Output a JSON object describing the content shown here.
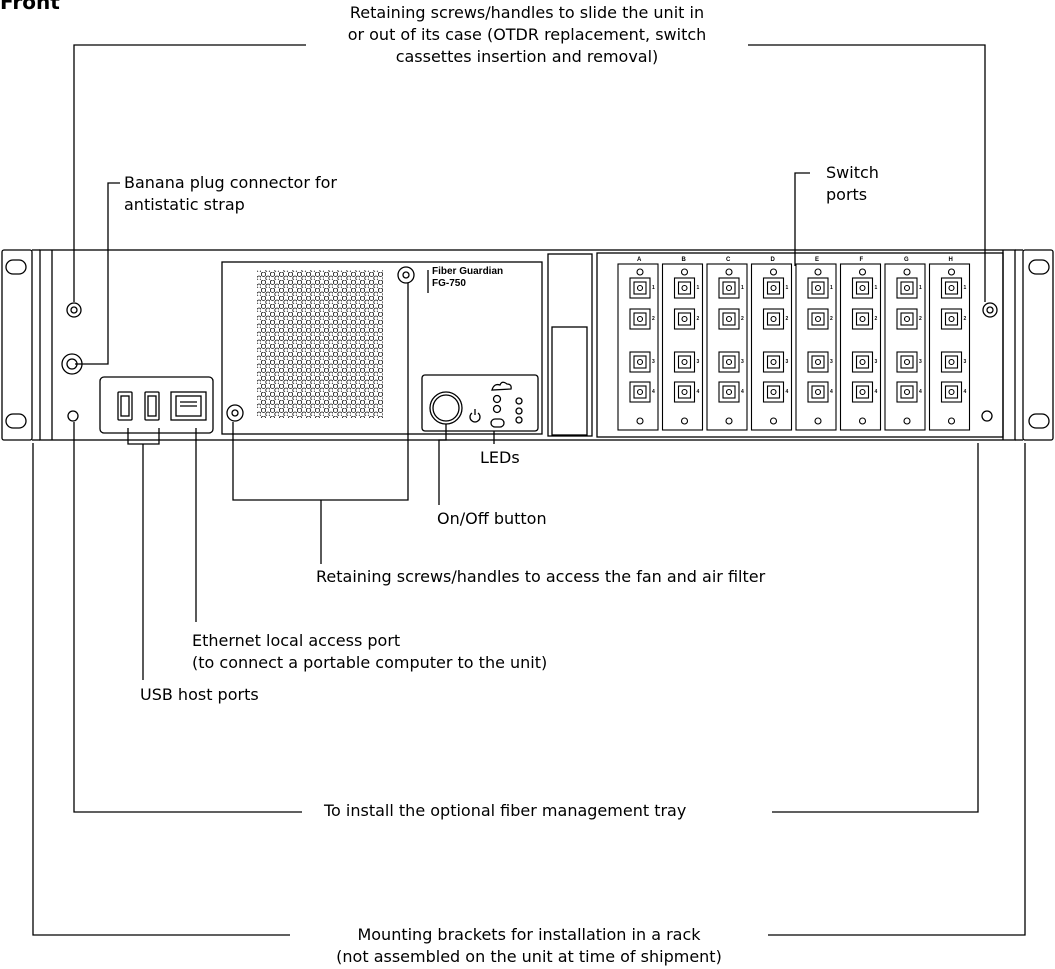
{
  "section_title": "Front",
  "device": {
    "brand_line1": "Fiber Guardian",
    "brand_line2": "FG-750",
    "columns": [
      "A",
      "B",
      "C",
      "D",
      "E",
      "F",
      "G",
      "H"
    ],
    "port_numbers": [
      "1",
      "2",
      "3",
      "4"
    ]
  },
  "callouts": {
    "retaining_case": {
      "line1": "Retaining screws/handles to slide the unit in",
      "line2": "or out of its case (OTDR replacement, switch",
      "line3": "cassettes insertion and removal)"
    },
    "banana_plug": {
      "line1": "Banana plug connector for",
      "line2": "antistatic strap"
    },
    "switch_ports": {
      "line1": "Switch",
      "line2": "ports"
    },
    "leds": "LEDs",
    "on_off": "On/Off button",
    "fan_filter": "Retaining screws/handles to access the fan and air filter",
    "ethernet": {
      "line1": "Ethernet local access port",
      "line2": "(to connect a portable computer to the unit)"
    },
    "usb": "USB host ports",
    "tray": "To install the optional fiber management tray",
    "brackets": {
      "line1": "Mounting brackets for installation in a rack",
      "line2": "(not assembled on the unit at time of shipment)"
    }
  }
}
